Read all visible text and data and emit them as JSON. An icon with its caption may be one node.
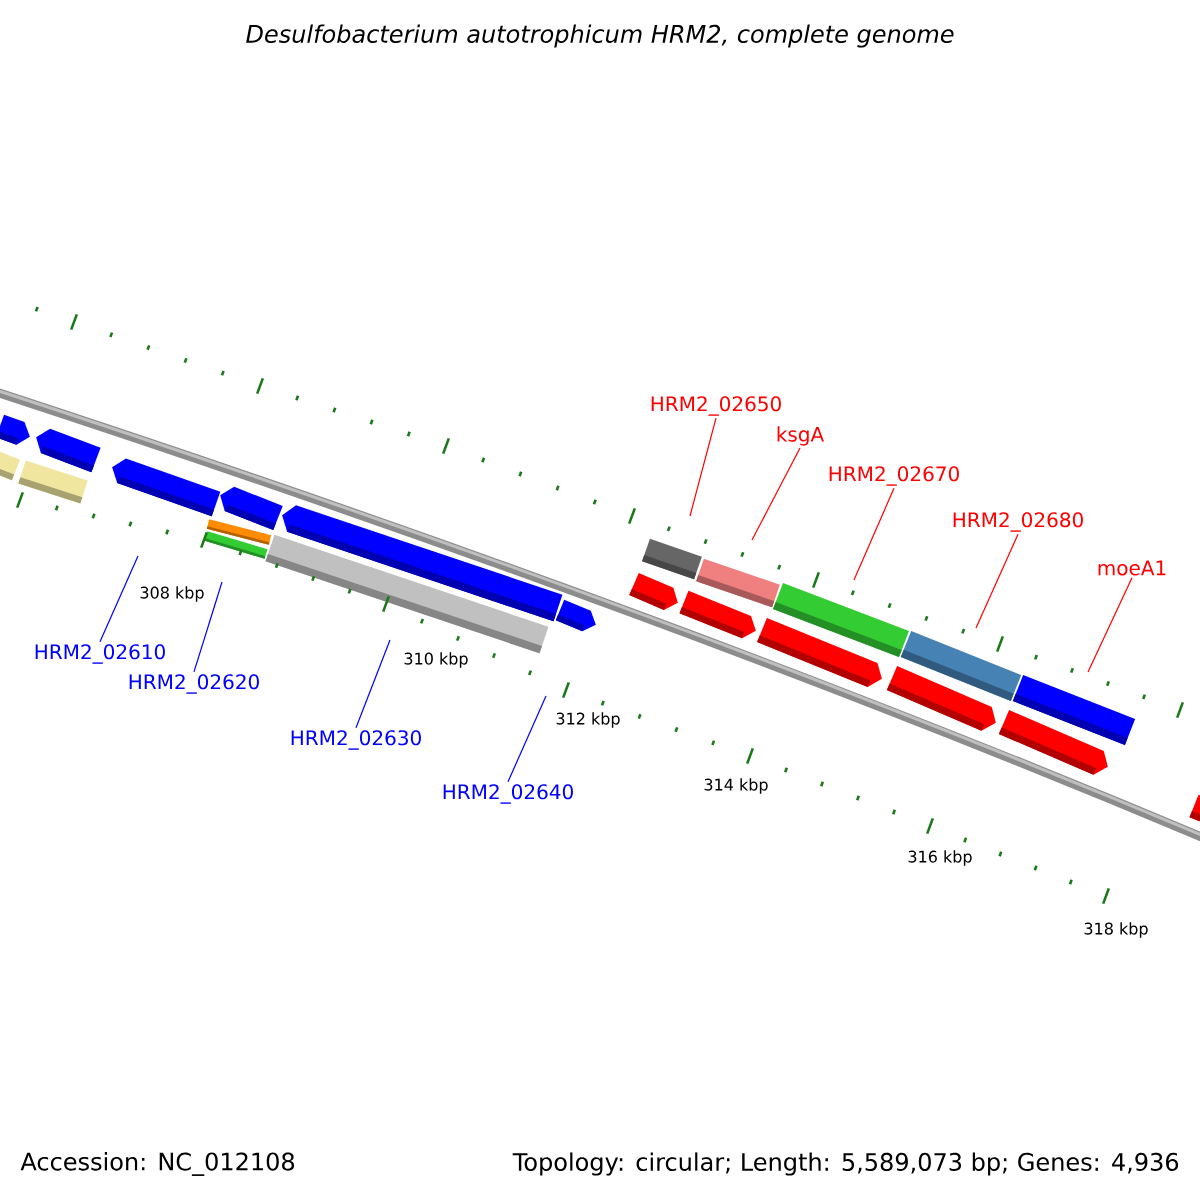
{
  "diagram": {
    "title": "Desulfobacterium autotrophicum HRM2, complete genome",
    "nodes": [
      {
        "text": [
          "HRM2_02610"
        ]
      },
      {
        "text": [
          "HRM2_02620"
        ]
      },
      {
        "text": [
          "HRM2_02630"
        ]
      },
      {
        "text": [
          "HRM2_02640"
        ]
      },
      {
        "text": [
          "HRM2_02650"
        ]
      },
      {
        "text": [
          "ksgA"
        ]
      },
      {
        "text": [
          "HRM2_02670"
        ]
      },
      {
        "text": [
          "HRM2_02680"
        ]
      },
      {
        "text": [
          "moeA1"
        ]
      }
    ],
    "edges": [
      {
        "from": 0,
        "to": null,
        "arrow": "none",
        "color": "#0000ff"
      },
      {
        "from": 1,
        "to": null,
        "arrow": "none",
        "color": "#0000ff"
      },
      {
        "from": 2,
        "to": null,
        "arrow": "none",
        "color": "#0000ff"
      },
      {
        "from": 3,
        "to": null,
        "arrow": "none",
        "color": "#0000ff"
      },
      {
        "from": 4,
        "to": null,
        "arrow": "none"
      },
      {
        "from": 5,
        "to": null,
        "arrow": "none"
      },
      {
        "from": 6,
        "to": null,
        "arrow": "none"
      },
      {
        "from": 7,
        "to": null,
        "arrow": "none"
      },
      {
        "from": 8,
        "to": null,
        "arrow": "none"
      }
    ],
    "labels": [
      "308 kbp",
      "310 kbp",
      "312 kbp",
      "314 kbp",
      "316 kbp",
      "318 kbp",
      "Accession: NC_012108",
      "Topology: circular; Length: 5,589,073 bp; Genes: 4,936"
    ]
  }
}
